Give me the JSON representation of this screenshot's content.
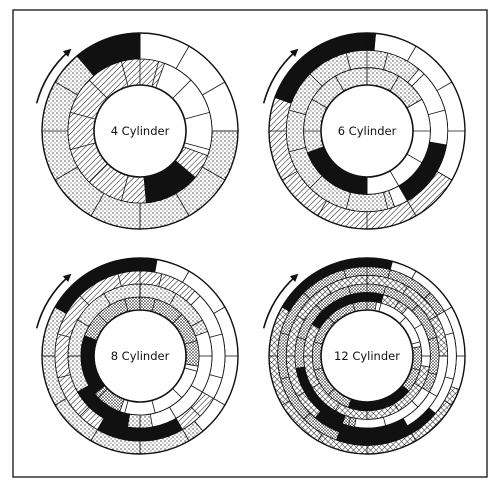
{
  "figure": {
    "diagrams": [
      {
        "label": "4 Cylinder",
        "rings": 2
      },
      {
        "label": "6 Cylinder",
        "rings": 3
      },
      {
        "label": "8 Cylinder",
        "rings": 4
      },
      {
        "label": "12 Cylinder",
        "rings": 6
      }
    ],
    "rotation_direction": "clockwise",
    "colors": {
      "ink": "#111111",
      "paper": "#ffffff",
      "frame": "#222222"
    }
  }
}
